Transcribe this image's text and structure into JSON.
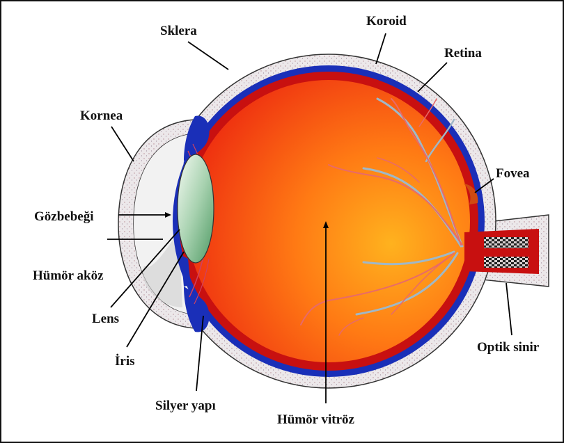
{
  "labels": {
    "sklera": "Sklera",
    "koroid": "Koroid",
    "retina": "Retina",
    "kornea": "Kornea",
    "fovea": "Fovea",
    "gozbebegi": "Gözbebeği",
    "humor_akoz": "Hümör aköz",
    "lens": "Lens",
    "iris": "İris",
    "optik_sinir": "Optik sinir",
    "silyer_yapi": "Silyer yapı",
    "humor_vitroz": "Hümör vitröz"
  },
  "colors": {
    "sclera": "#e8e4e6",
    "choroid": "#1a2fb8",
    "retina": "#c81010",
    "vitreous_center": "#ff9b1a",
    "vitreous_edge": "#f0320e",
    "lens_light": "#eef6ee",
    "lens_dark": "#5aa06a",
    "vessel": "#e86a6a",
    "vessel_blue": "#9fb8c8"
  }
}
